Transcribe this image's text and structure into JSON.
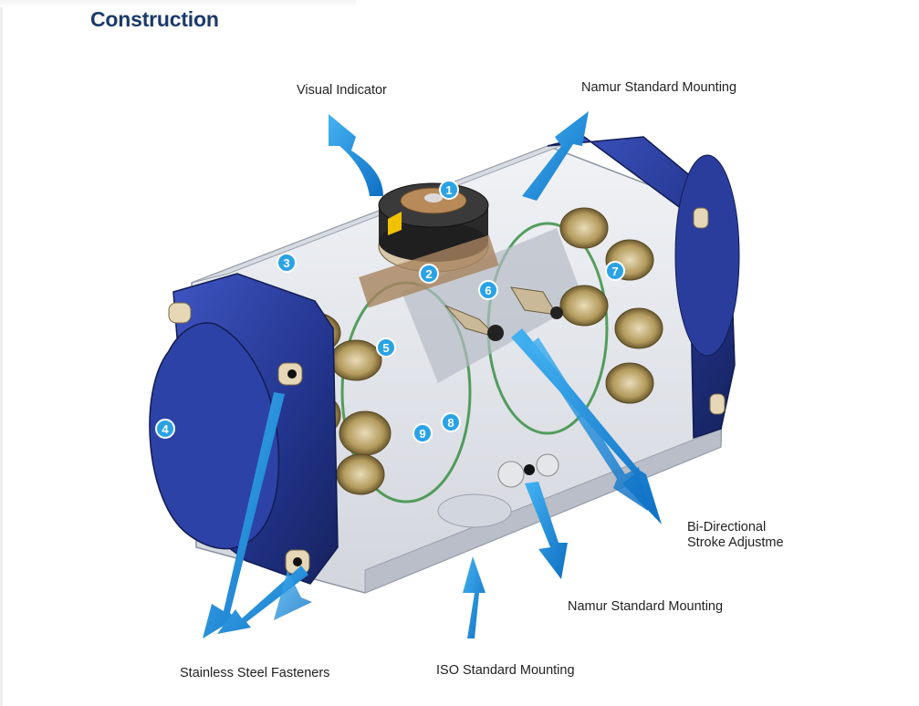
{
  "heading": "Construction",
  "labels": {
    "visual_indicator": "Visual Indicator",
    "namur_top": "Namur Standard Mounting",
    "bi_directional": "Bi-Directional\nStroke Adjustme",
    "namur_bottom": "Namur Standard Mounting",
    "iso": "ISO Standard Mounting",
    "fasteners": "Stainless Steel Fasteners"
  },
  "part_numbers": [
    "1",
    "2",
    "3",
    "4",
    "5",
    "6",
    "7",
    "8",
    "9"
  ],
  "colors": {
    "heading": "#1a3a6b",
    "end_cap": "#2c3f9e",
    "arrow": "#1e8fe0",
    "marker": "#2aa3e6"
  }
}
